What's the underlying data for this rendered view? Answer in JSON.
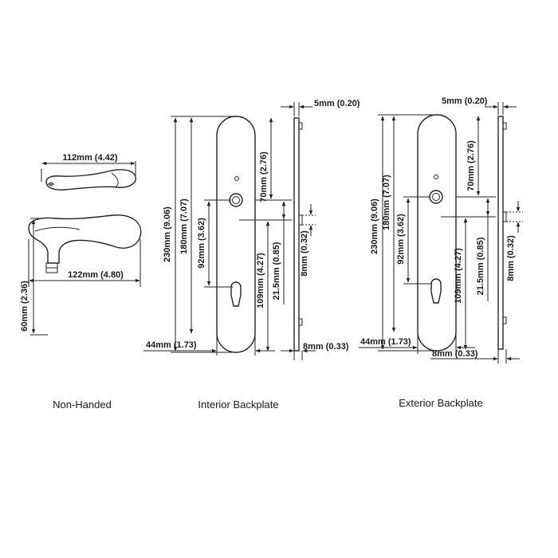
{
  "lever": {
    "caption": "Non-Handed",
    "dim_width_top": "112mm (4.42)",
    "dim_width_side": "122mm (4.80)",
    "dim_height": "60mm (2.36)"
  },
  "interior": {
    "caption": "Interior Backplate",
    "dim_thickness": "5mm (0.20)",
    "dim_total_height": "230mm (9.06)",
    "dim_180": "180mm (7.07)",
    "dim_92": "92mm (3.62)",
    "dim_70": "70mm (2.76)",
    "dim_109": "109mm (4.27)",
    "dim_21_5": "21.5mm (0.85)",
    "dim_8_vert": "8mm (0.32)",
    "dim_width": "44mm (1.73)",
    "dim_8_horiz": "8mm (0.33)"
  },
  "exterior": {
    "caption": "Exterior Backplate",
    "dim_thickness": "5mm (0.20)",
    "dim_total_height": "230mm (9.06)",
    "dim_180": "180mm (7.07)",
    "dim_92": "92mm (3.62)",
    "dim_70": "70mm (2.76)",
    "dim_109": "109mm (4.27)",
    "dim_21_5": "21.5mm (0.85)",
    "dim_8_vert": "8mm (0.32)",
    "dim_width": "44mm (1.73)",
    "dim_8_horiz": "8mm (0.33)"
  }
}
